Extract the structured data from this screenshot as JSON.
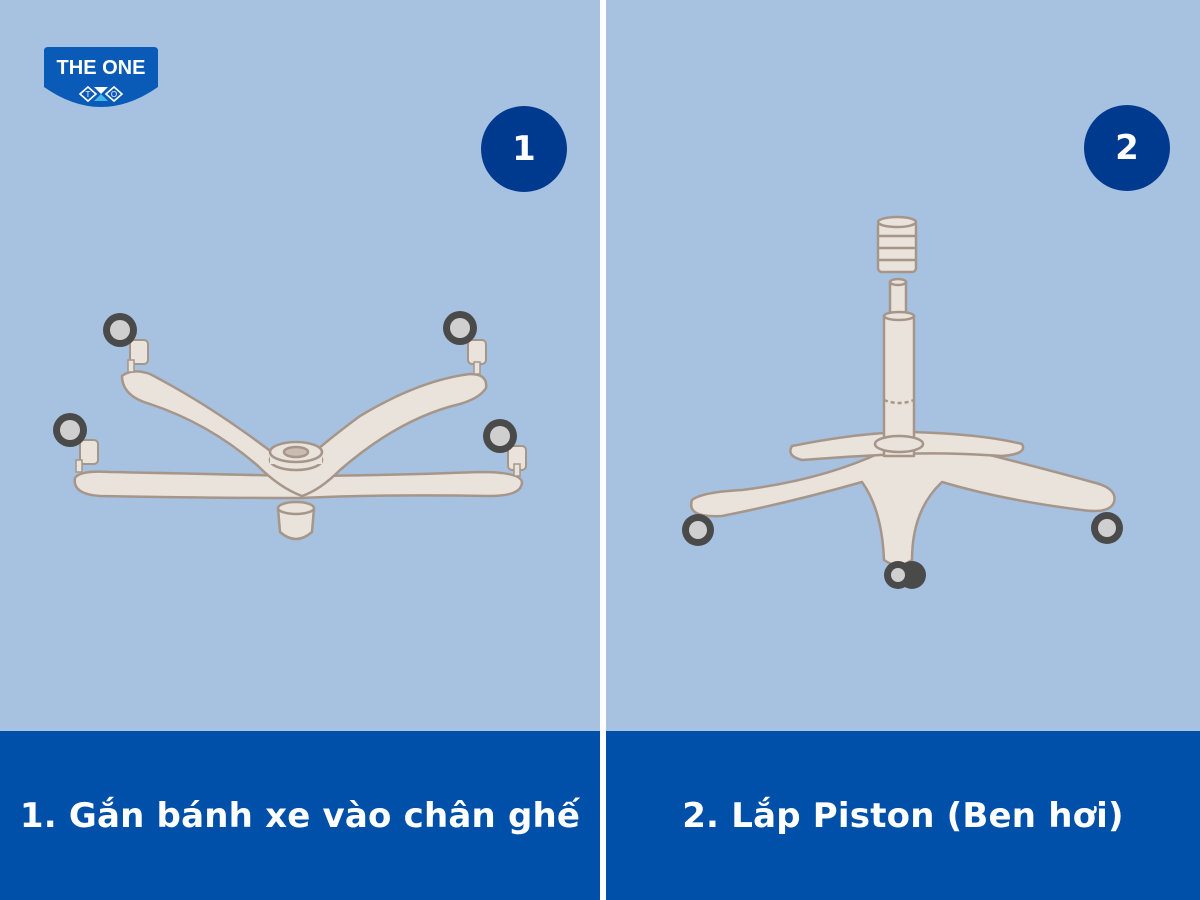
{
  "logo": {
    "text": "THE ONE",
    "mark_letters": [
      "T",
      "O"
    ]
  },
  "colors": {
    "panel_bg": "#a7c1e1",
    "caption_bg": "#0050aa",
    "badge_bg": "#003a8f",
    "divider": "#ffffff",
    "part_fill": "#e9e3dc",
    "part_stroke": "#a6968a",
    "wheel": "#4a4a4a"
  },
  "steps": [
    {
      "number": "1",
      "caption": "1. Gắn bánh xe vào chân ghế",
      "illustration": "chair-base-with-casters-icon"
    },
    {
      "number": "2",
      "caption": "2. Lắp Piston (Ben hơi)",
      "illustration": "gas-piston-on-base-icon"
    }
  ]
}
